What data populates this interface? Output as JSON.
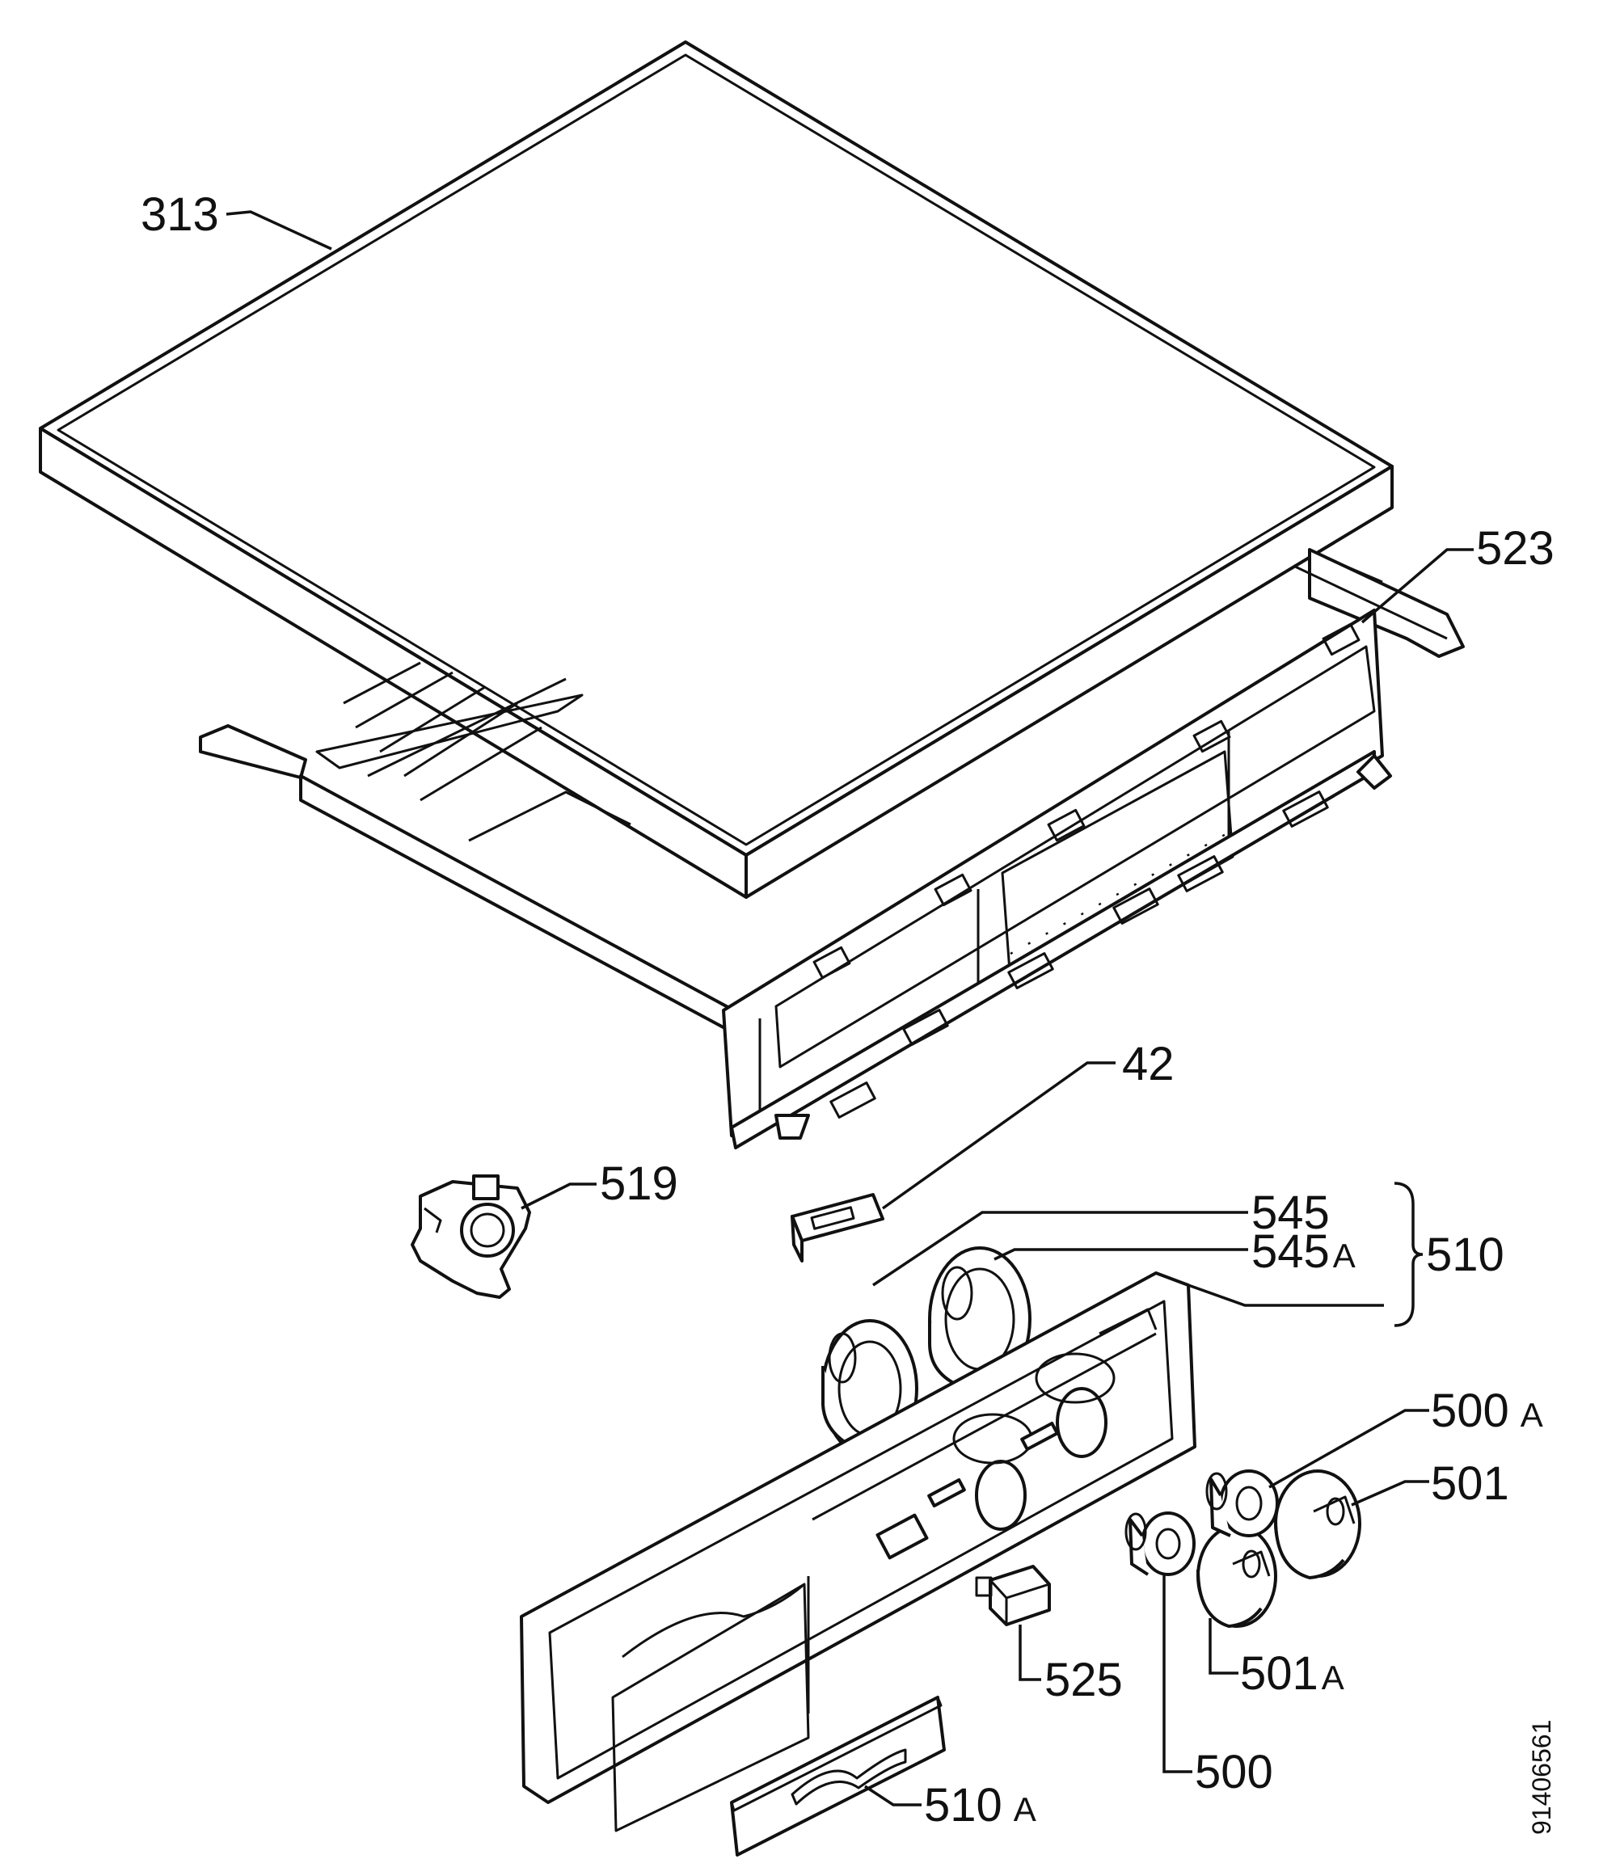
{
  "diagram": {
    "document_number": "91406561",
    "labels": {
      "p313": {
        "num": "313",
        "suffix": ""
      },
      "p523": {
        "num": "523",
        "suffix": ""
      },
      "p42": {
        "num": "42",
        "suffix": ""
      },
      "p519": {
        "num": "519",
        "suffix": ""
      },
      "p545": {
        "num": "545",
        "suffix": ""
      },
      "p545a": {
        "num": "545",
        "suffix": "A"
      },
      "p510": {
        "num": "510",
        "suffix": ""
      },
      "p500a": {
        "num": "500",
        "suffix": "A"
      },
      "p501": {
        "num": "501",
        "suffix": ""
      },
      "p525": {
        "num": "525",
        "suffix": ""
      },
      "p501a": {
        "num": "501",
        "suffix": "A"
      },
      "p500": {
        "num": "500",
        "suffix": ""
      },
      "p510a": {
        "num": "510",
        "suffix": "A"
      }
    }
  }
}
